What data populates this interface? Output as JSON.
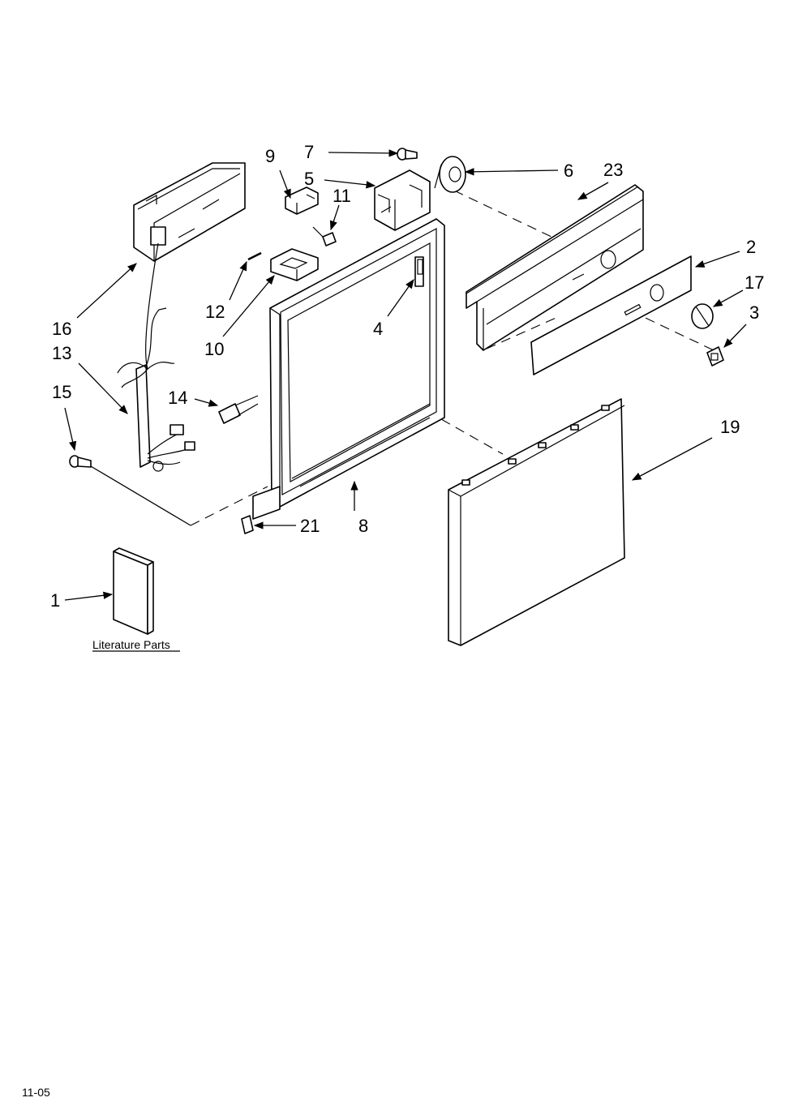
{
  "callouts": {
    "c1": "1",
    "c2": "2",
    "c3": "3",
    "c4": "4",
    "c5": "5",
    "c6": "6",
    "c7": "7",
    "c8": "8",
    "c9": "9",
    "c10": "10",
    "c11": "11",
    "c12": "12",
    "c13": "13",
    "c14": "14",
    "c15": "15",
    "c16": "16",
    "c17": "17",
    "c19": "19",
    "c21": "21",
    "c23": "23"
  },
  "literature_label": "Literature Parts",
  "footer_code": "11-05"
}
